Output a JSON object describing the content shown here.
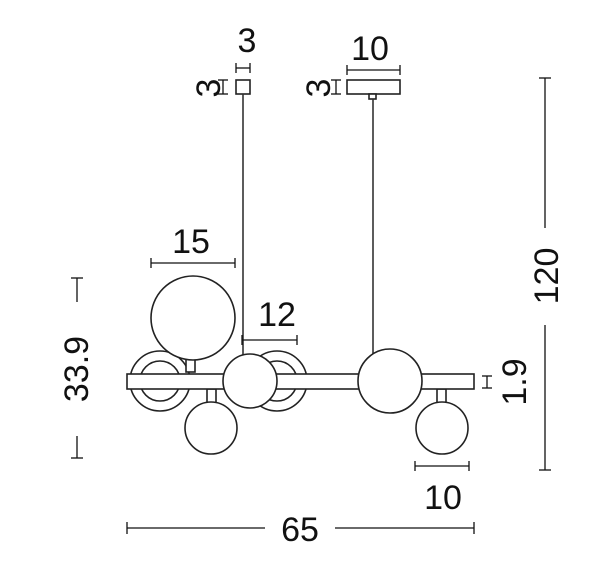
{
  "dimensions": {
    "canopy_small_width": "3",
    "canopy_small_height": "3",
    "canopy_large_width": "10",
    "canopy_large_height": "3",
    "large_globe": "15",
    "medium_globe": "12",
    "total_height": "120",
    "body_height": "33.9",
    "bar_thickness": "1.9",
    "small_globe": "10",
    "total_width": "65"
  }
}
